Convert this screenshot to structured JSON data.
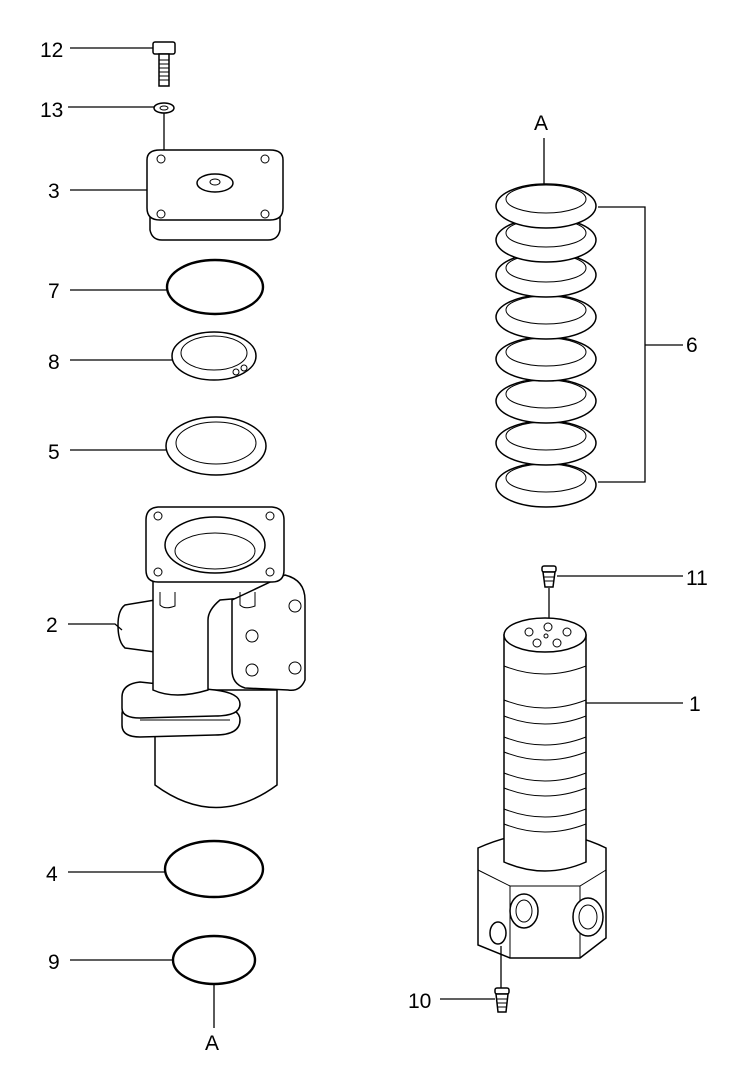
{
  "callouts": {
    "c12": "12",
    "c13": "13",
    "c3": "3",
    "c7": "7",
    "c8": "8",
    "c5": "5",
    "c2": "2",
    "c4": "4",
    "c9": "9",
    "c6": "6",
    "c11": "11",
    "c1": "1",
    "c10": "10"
  },
  "reference_marks": {
    "top": "A",
    "bottom": "A"
  },
  "colors": {
    "line": "#000000",
    "background": "#ffffff"
  }
}
